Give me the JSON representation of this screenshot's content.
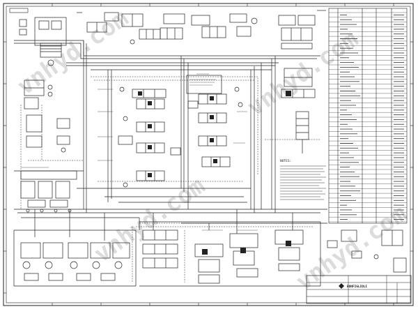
{
  "sheet": {
    "drawing_no_box": "",
    "company_name": "BONFIGLIOLI",
    "tiny_labels": [
      "",
      "",
      ""
    ]
  },
  "watermark": {
    "text": "vnhyd.com"
  },
  "notes": {
    "heading": "NOTES:",
    "lines": [
      "",
      "",
      "",
      "",
      "",
      "",
      "",
      "",
      "",
      "",
      "",
      ""
    ]
  },
  "parts_list": {
    "rows": 44
  },
  "colors": {
    "ink": "#111111",
    "paper": "#ffffff",
    "watermark": "#d9d9d9"
  }
}
